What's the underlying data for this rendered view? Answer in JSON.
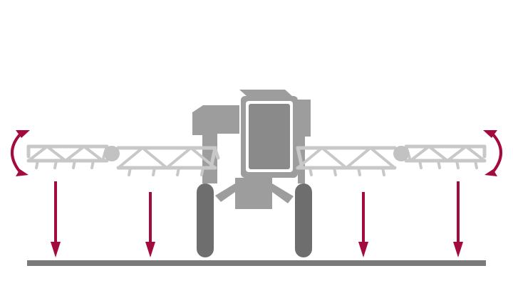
{
  "diagram": {
    "subject": "sprayer-boom-height-and-tilt-control",
    "icons": {
      "vehicle": "sprayer-tractor-icon",
      "boom_left": "left-boom-truss-icon",
      "boom_right": "right-boom-truss-icon",
      "height_arrow": "down-arrow-icon",
      "tilt_arrow": "curved-rotation-arrow-icon",
      "ground": "ground-line"
    },
    "height_arrow_count": 4,
    "tilt_arrow_count": 2
  },
  "colors": {
    "background": "#ffffff",
    "vehicle_body": "#9d9d9d",
    "vehicle_dark": "#8a8a8a",
    "tires": "#6e6e6e",
    "boom": "#c8c8c8",
    "pivot": "#c2c2c2",
    "arrow_accent": "#a20b3c",
    "ground": "#7a7a7a"
  }
}
